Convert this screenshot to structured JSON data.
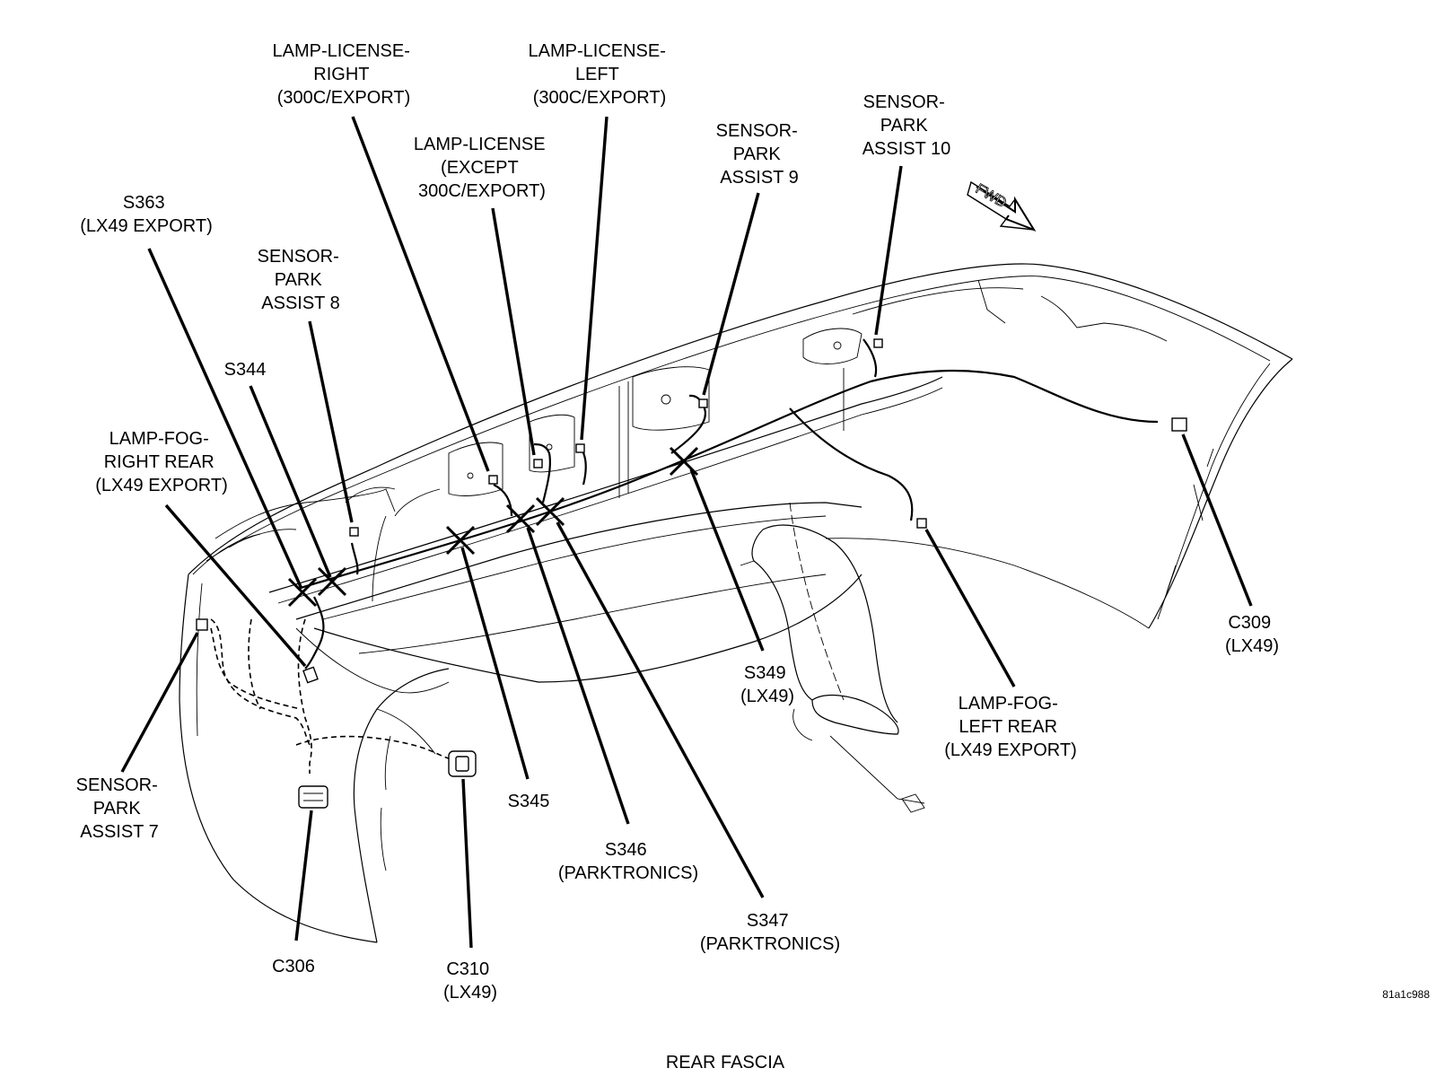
{
  "diagram": {
    "caption": "REAR FASCIA",
    "figure_id": "81a1c988",
    "fwd_label": "FWD",
    "callouts": {
      "lamp_license_right": [
        "LAMP-LICENSE-",
        "RIGHT",
        "(300C/EXPORT)"
      ],
      "lamp_license_left": [
        "LAMP-LICENSE-",
        "LEFT",
        "(300C/EXPORT)"
      ],
      "lamp_license": [
        "LAMP-LICENSE",
        "(EXCEPT",
        "300C/EXPORT)"
      ],
      "sensor_park_assist_9": [
        "SENSOR-",
        "PARK",
        "ASSIST 9"
      ],
      "sensor_park_assist_10": [
        "SENSOR-",
        "PARK",
        "ASSIST 10"
      ],
      "s363": [
        "S363",
        "(LX49 EXPORT)"
      ],
      "sensor_park_assist_8": [
        "SENSOR-",
        "PARK",
        "ASSIST 8"
      ],
      "s344": [
        "S344"
      ],
      "lamp_fog_right_rear": [
        "LAMP-FOG-",
        "RIGHT REAR",
        "(LX49 EXPORT)"
      ],
      "sensor_park_assist_7": [
        "SENSOR-",
        "PARK",
        "ASSIST 7"
      ],
      "c306": [
        "C306"
      ],
      "c310": [
        "C310",
        "(LX49)"
      ],
      "s345": [
        "S345"
      ],
      "s346": [
        "S346",
        "(PARKTRONICS)"
      ],
      "s347": [
        "S347",
        "(PARKTRONICS)"
      ],
      "s349": [
        "S349",
        "(LX49)"
      ],
      "lamp_fog_left_rear": [
        "LAMP-FOG-",
        "LEFT REAR",
        "(LX49 EXPORT)"
      ],
      "c309": [
        "C309",
        "(LX49)"
      ]
    }
  }
}
